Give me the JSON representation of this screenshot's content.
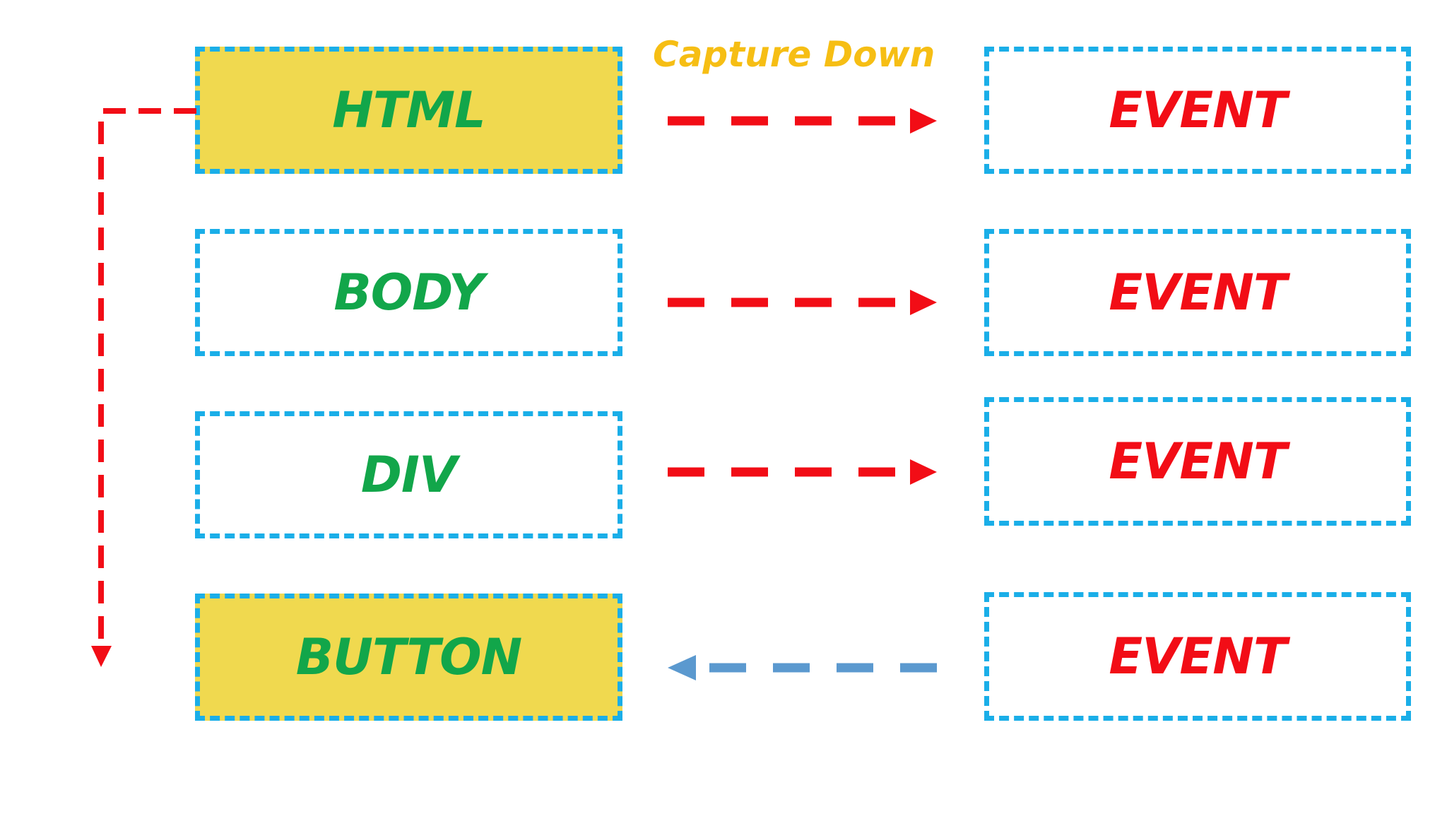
{
  "caption": "Capture Down",
  "nodes": [
    {
      "label": "HTML",
      "highlighted": true
    },
    {
      "label": "BODY",
      "highlighted": false
    },
    {
      "label": "DIV",
      "highlighted": false
    },
    {
      "label": "BUTTON",
      "highlighted": true
    }
  ],
  "events": [
    {
      "label": "EVENT"
    },
    {
      "label": "EVENT"
    },
    {
      "label": "EVENT"
    },
    {
      "label": "EVENT"
    }
  ],
  "colors": {
    "box_border": "#1aaee8",
    "highlight_fill": "#f0d94f",
    "node_text": "#12a64a",
    "event_text": "#f20d16",
    "capture_arrow": "#f20d16",
    "return_arrow": "#5b99cf",
    "caption_text": "#f6be14"
  }
}
